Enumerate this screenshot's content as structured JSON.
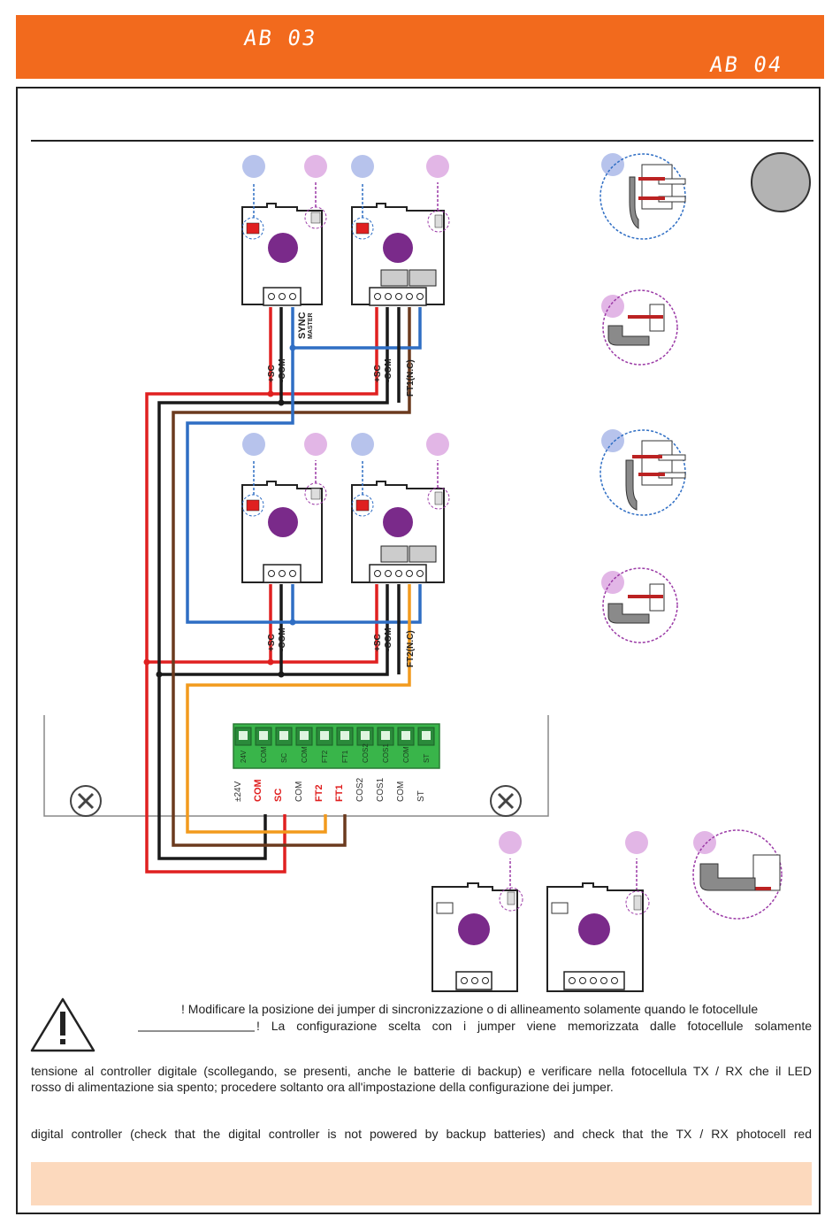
{
  "header": {
    "code_left": "AB 03",
    "code_right": "AB 04"
  },
  "colors": {
    "header": "#f26a1d",
    "wire_red": "#e02020",
    "wire_black": "#1a1a1a",
    "wire_blue": "#2f6ec4",
    "wire_brown": "#6b3a1e",
    "wire_orange": "#f29a1d",
    "photocell_lens": "#7a2a8a",
    "blue_dot": "#b7c3ec",
    "purple_dot": "#e2b6e6",
    "jumper_grey": "#808080",
    "warning_bar": "#fcd9bd"
  },
  "diagram": {
    "tx_pair_1_label": "+SC",
    "tx_pair_1_com": "-COM",
    "sync_label": "SYNC",
    "master_label": "MASTER",
    "rx_pair_1_label": "+SC",
    "rx_pair_1_com": "-COM",
    "rx_pair_1_ft": "FT1(N.C)",
    "tx_pair_2_label": "+SC",
    "tx_pair_2_com": "-COM",
    "rx_pair_2_label": "+SC",
    "rx_pair_2_com": "-COM",
    "rx_pair_2_ft": "FT2(N.C)"
  },
  "terminal_block": {
    "pins": [
      "24V",
      "COM",
      "SC",
      "COM",
      "FT2",
      "FT1",
      "COS2",
      "COS1",
      "COM",
      "ST"
    ],
    "labels": [
      "±24V",
      "COM",
      "SC",
      "COM",
      "FT2",
      "FT1",
      "COS2",
      "COS1",
      "COM",
      "ST"
    ],
    "highlighted": [
      false,
      true,
      true,
      false,
      true,
      true,
      false,
      false,
      false,
      false
    ]
  },
  "warning": {
    "line1": "! Modificare la posizione dei jumper di sincronizzazione o di allineamento solamente quando le fotocellule",
    "line2": "! La configurazione scelta con i jumper viene memorizzata dalle fotocellule solamente",
    "para2_line1": "tensione al controller digitale (scollegando, se presenti, anche le batterie di backup) e verificare nella fotocellula TX / RX che il LED",
    "para2_line2": "rosso di alimentazione sia spento; procedere soltanto ora all'impostazione della configurazione dei jumper.",
    "para3_line1": "digital controller (check that the digital controller is not powered by backup batteries) and check that the TX / RX photocell red"
  }
}
